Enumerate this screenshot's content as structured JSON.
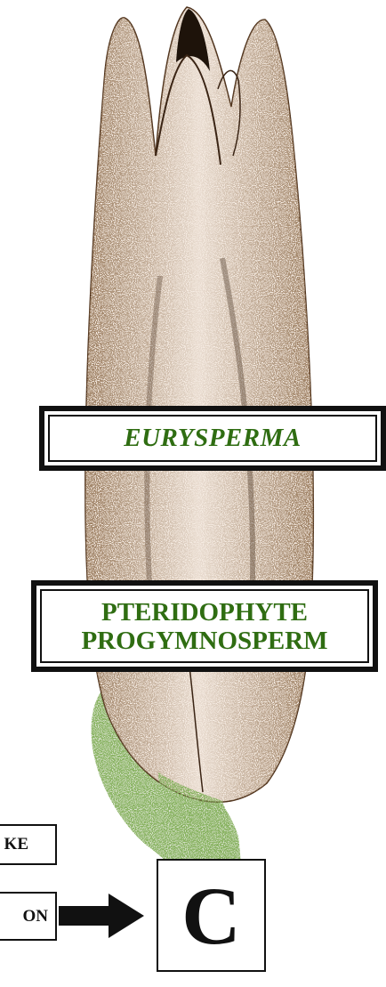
{
  "genus_label": "EURYSPERMA",
  "classification": {
    "line1": "PTERIDOPHYTE",
    "line2": "PROGYMNOSPERM"
  },
  "side_labels": {
    "upper": "KE",
    "lower": "ON"
  },
  "panel_letter": "C",
  "colors": {
    "seed_brown": "#5a3a22",
    "stalk_green": "#4a7d22",
    "label_green": "#2f6d12",
    "frame": "#111111"
  }
}
